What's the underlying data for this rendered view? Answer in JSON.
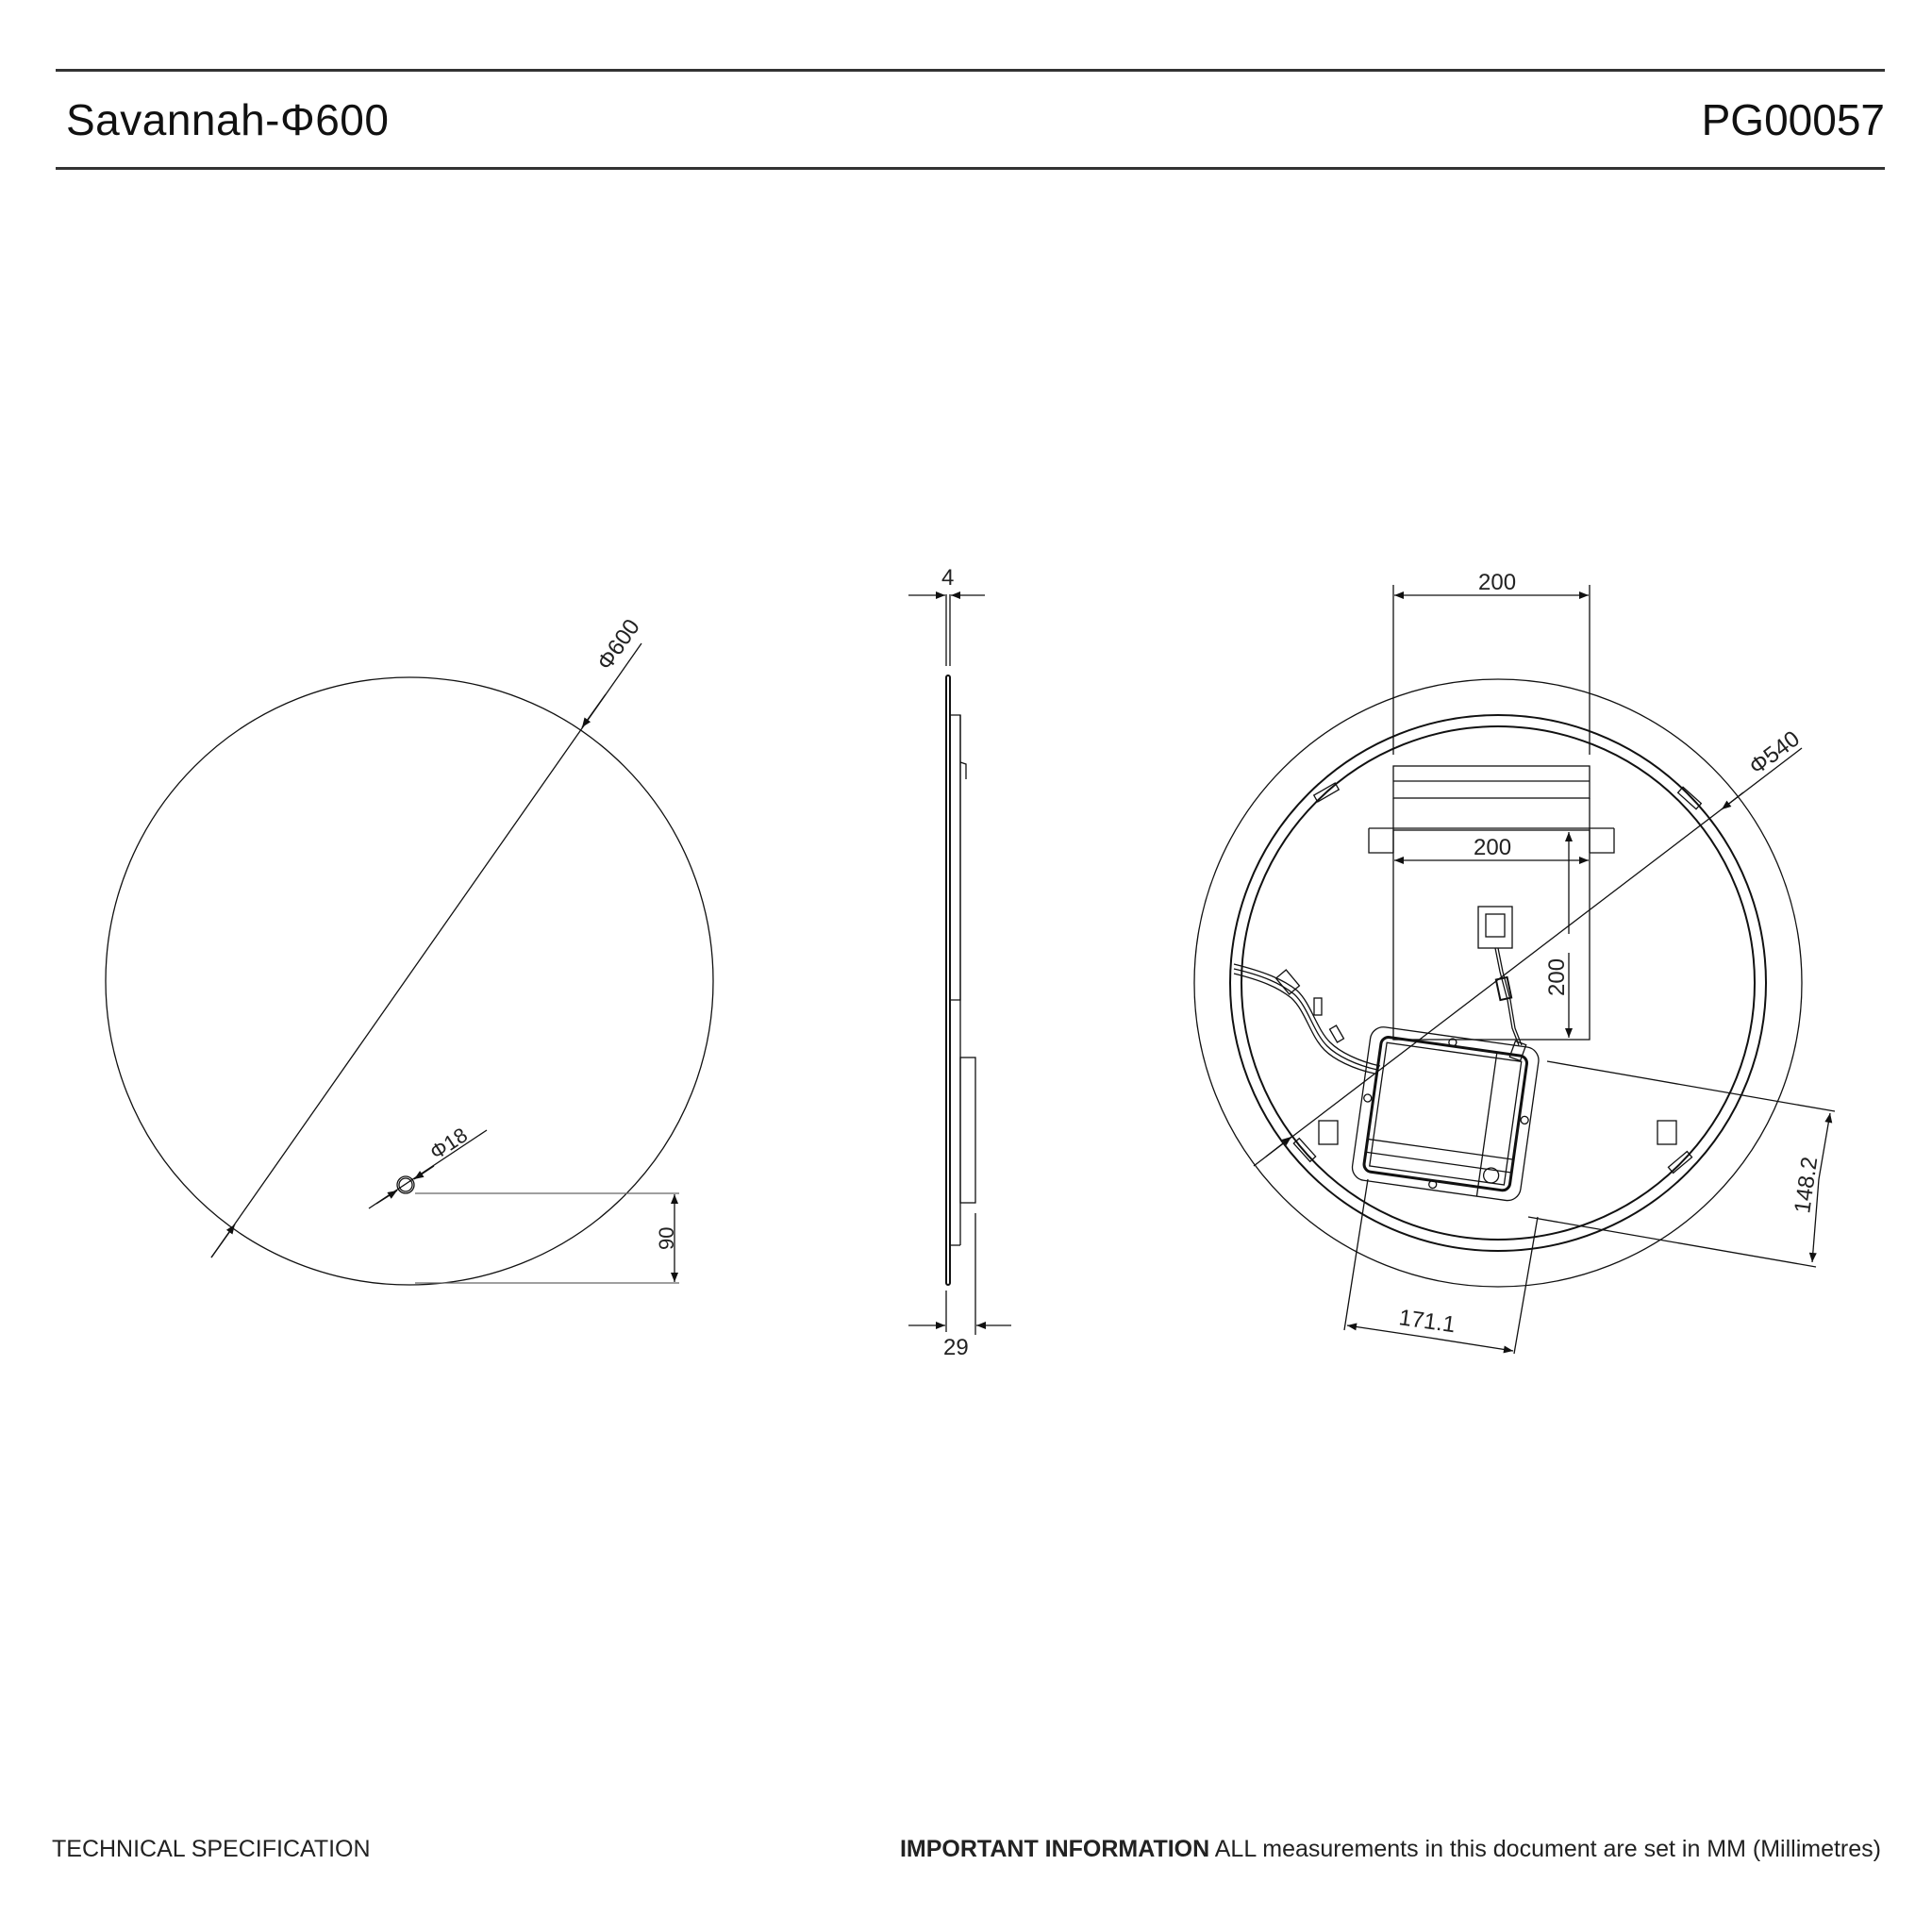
{
  "header": {
    "product_title": "Savannah-Φ600",
    "product_code": "PG00057"
  },
  "footer": {
    "left_label": "TECHNICAL SPECIFICATION",
    "notice_bold": "IMPORTANT INFORMATION",
    "notice_text": " ALL measurements in this document are set in MM (Millimetres)"
  },
  "views": {
    "front": {
      "diameter_label": "Φ600",
      "hole_diameter_label": "Φ18",
      "hole_offset_label": "90"
    },
    "side": {
      "glass_thickness_label": "4",
      "total_depth_label": "29"
    },
    "back": {
      "bracket_width_label": "200",
      "plate_width_label": "200",
      "plate_height_label": "200",
      "inner_diameter_label": "Φ540",
      "driver_height_label": "148.2",
      "driver_width_label": "171.1"
    }
  },
  "colors": {
    "line": "#111111",
    "rule": "#333333",
    "background": "#ffffff"
  }
}
